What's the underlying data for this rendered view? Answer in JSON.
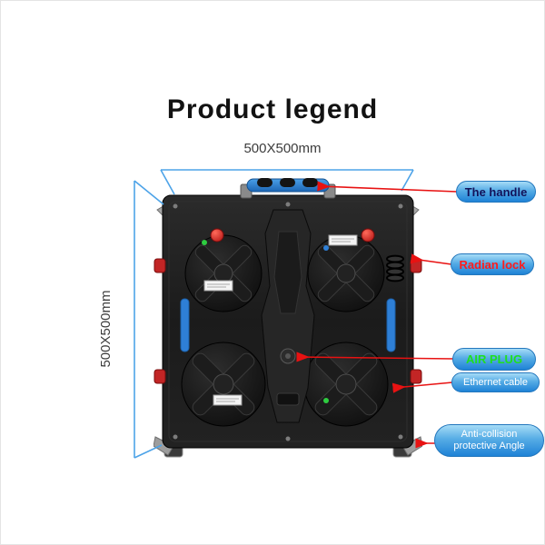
{
  "title": "Product legend",
  "dimensions": {
    "top_label": "500X500mm",
    "left_label": "500X500mm"
  },
  "callouts": [
    {
      "id": "the-handle",
      "label": "The handle",
      "text_color": "#12125a"
    },
    {
      "id": "radian-lock",
      "label": "Radian lock",
      "text_color": "#ff1c1c"
    },
    {
      "id": "air-plug",
      "label": "AIR PLUG",
      "text_color": "#1ee01e"
    },
    {
      "id": "ethernet-cable",
      "label": "Ethernet cable",
      "text_color": "#ffffff"
    },
    {
      "id": "anti-collision",
      "label": "Anti-collision protective Angle",
      "text_color": "#ffffff"
    }
  ],
  "colors": {
    "dimension_line": "#4da3e8",
    "arrow": "#e81212",
    "pill_gradient_top": "#a6dcf7",
    "pill_gradient_bottom": "#1e82d6",
    "handle_blue": "#2e86d4",
    "panel_body": "#1d1d1d",
    "knob_red": "#d42222",
    "latch_blue": "#2e7fd6"
  }
}
